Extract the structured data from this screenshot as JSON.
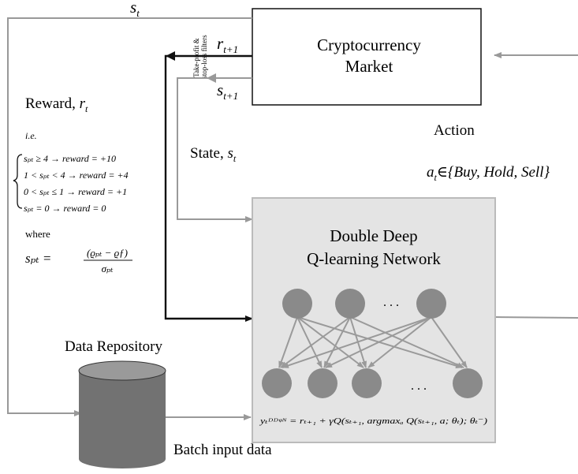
{
  "market": {
    "line1": "Cryptocurrency",
    "line2": "Market"
  },
  "filters": {
    "line1": "Take-profit &",
    "line2": "stop-loss filters"
  },
  "signals": {
    "state_top": {
      "base": "s",
      "sub": "t"
    },
    "reward_next": {
      "base": "r",
      "sub": "t+1"
    },
    "state_next": {
      "base": "s",
      "sub": "t+1"
    }
  },
  "reward": {
    "title_text": "Reward, ",
    "title_var": "r",
    "title_sub": "t",
    "ie": "i.e.",
    "cases": [
      "sₚₜ ≥ 4 → reward = +10",
      "1 < sₚₜ < 4 → reward = +4",
      "0 < sₚₜ ≤ 1 → reward = +1",
      "sₚₜ = 0 → reward = 0"
    ],
    "where": "where",
    "formula_lhs": "sₚₜ =",
    "formula_num": "(ϱₚₜ − ϱƒ)",
    "formula_den": "σₚₜ"
  },
  "state_label": {
    "text": "State, ",
    "var": "s",
    "sub": "t"
  },
  "action": {
    "label": "Action",
    "var": "a",
    "sub": "t",
    "set": "∈{Buy, Hold, Sell}"
  },
  "network": {
    "line1": "Double Deep",
    "line2": "Q-learning Network",
    "dots": ". . .",
    "equation": "yₜᴰᴰᵠᴺ = rₜ₊₁ + γQ(sₜ₊₁, argmaxₐ Q(sₜ₊₁, a; θₜ); θₜ⁻)"
  },
  "repository": {
    "label": "Data Repository",
    "batch": "Batch input data"
  },
  "colors": {
    "dark_arrow": "#111111",
    "gray_arrow": "#999999",
    "node": "#8a8a8a",
    "edge": "#9a9a9a",
    "network_box": "#e4e4e4",
    "cylinder": "#727272"
  }
}
